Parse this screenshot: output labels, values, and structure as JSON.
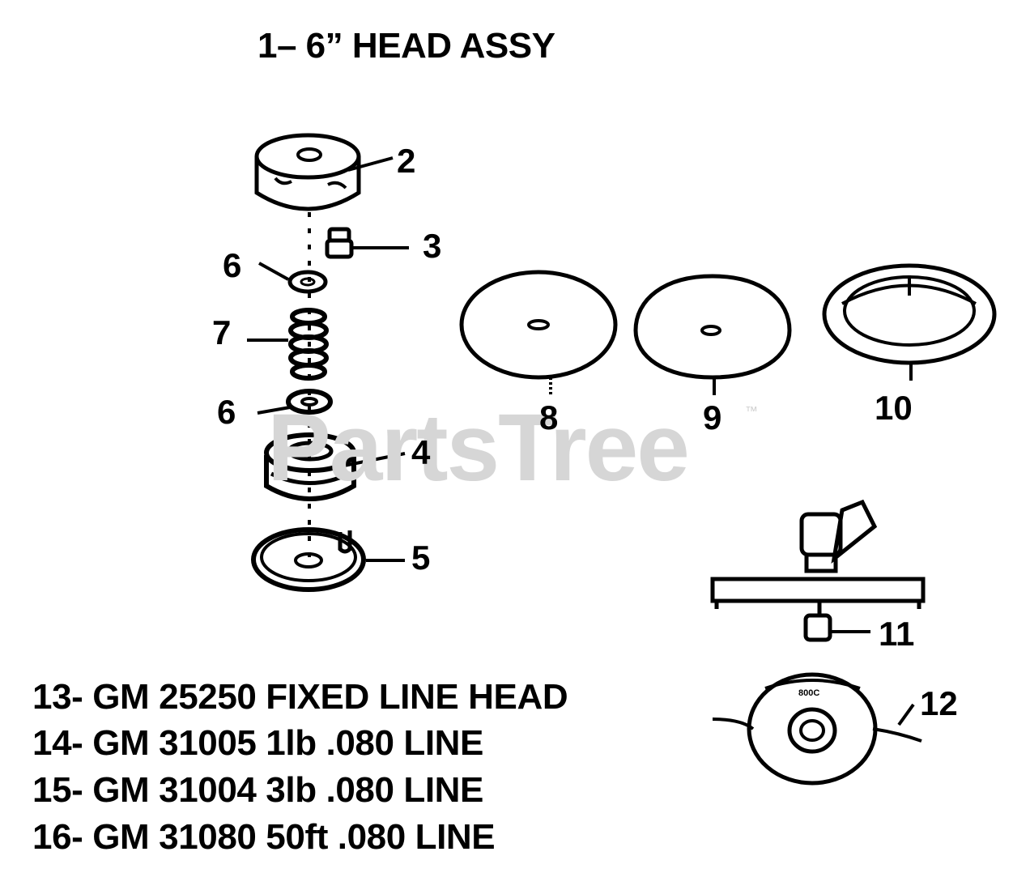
{
  "title": "1– 6” HEAD ASSY",
  "watermark": "PartsTree",
  "trademark": "™",
  "callouts": {
    "c2": "2",
    "c3": "3",
    "c4": "4",
    "c5": "5",
    "c6a": "6",
    "c6b": "6",
    "c7": "7",
    "c8": "8",
    "c9": "9",
    "c10": "10",
    "c11": "11",
    "c12": "12"
  },
  "legend": [
    "13- GM 25250 FIXED LINE HEAD",
    "14- GM 31005 1lb .080 LINE",
    "15- GM 31004 3lb .080 LINE",
    "16- GM 31080 50ft .080 LINE"
  ],
  "head_label": "800C"
}
